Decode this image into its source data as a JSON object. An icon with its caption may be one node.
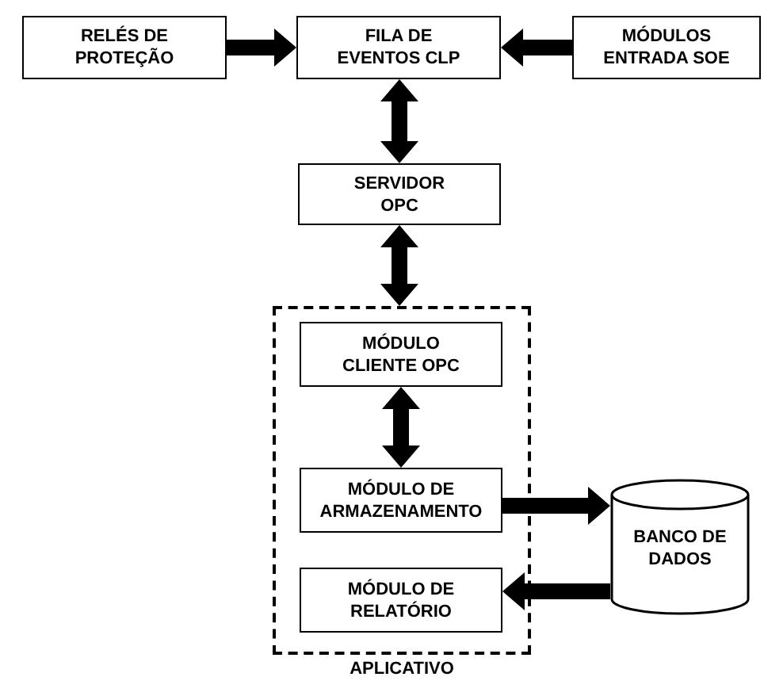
{
  "diagram": {
    "nodes": [
      {
        "text": [
          "RELÉS DE PROTEÇÃO"
        ]
      },
      {
        "text": [
          "FILA DE EVENTOS CLP"
        ]
      },
      {
        "text": [
          "MÓDULOS ENTRADA SOE"
        ]
      },
      {
        "text": [
          "SERVIDOR OPC"
        ]
      },
      {
        "text": [
          "APLICATIVO"
        ]
      },
      {
        "text": [
          "MÓDULO CLIENTE OPC"
        ],
        "in": 4
      },
      {
        "text": [
          "MÓDULO DE ARMAZENAMENTO"
        ],
        "in": 4
      },
      {
        "text": [
          "MÓDULO DE RELATÓRIO"
        ],
        "in": 4
      },
      {
        "text": [
          "BANCO DE DADOS"
        ]
      }
    ],
    "edges": [
      {
        "from": 0,
        "to": 1,
        "arrow": "to"
      },
      {
        "from": 2,
        "to": 1,
        "arrow": "to"
      },
      {
        "from": 1,
        "to": 3,
        "arrow": "both"
      },
      {
        "from": 3,
        "to": 4,
        "arrow": "both"
      },
      {
        "from": 5,
        "to": 6,
        "arrow": "both"
      },
      {
        "from": 6,
        "to": 8,
        "arrow": "to"
      },
      {
        "from": 8,
        "to": 7,
        "arrow": "to"
      }
    ]
  }
}
